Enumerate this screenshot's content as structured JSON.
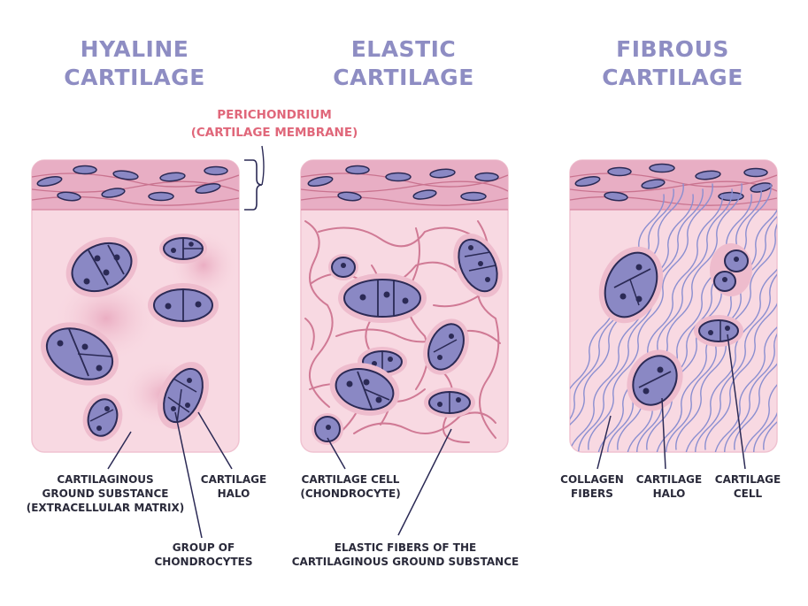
{
  "titles": {
    "hyaline": [
      "HYALINE",
      "CARTILAGE"
    ],
    "elastic": [
      "ELASTIC",
      "CARTILAGE"
    ],
    "fibrous": [
      "FIBROUS",
      "CARTILAGE"
    ]
  },
  "perichondrium": [
    "PERICHONDRIUM",
    "(CARTILAGE MEMBRANE)"
  ],
  "labels": {
    "ground_substance": [
      "CARTILAGINOUS",
      "GROUND SUBSTANCE",
      "(EXTRACELLULAR MATRIX)"
    ],
    "hyaline_halo": [
      "CARTILAGE",
      "HALO"
    ],
    "group_chondrocytes": [
      "GROUP OF",
      "CHONDROCYTES"
    ],
    "cartilage_cell_chondrocyte": [
      "CARTILAGE CELL",
      "(CHONDROCYTE)"
    ],
    "elastic_fibers": [
      "ELASTIC FIBERS OF THE",
      "CARTILAGINOUS GROUND SUBSTANCE"
    ],
    "collagen_fibers": [
      "COLLAGEN",
      "FIBERS"
    ],
    "fibrous_halo": [
      "CARTILAGE",
      "HALO"
    ],
    "fibrous_cell": [
      "CARTILAGE",
      "CELL"
    ]
  },
  "colors": {
    "title": "#8e8dc3",
    "perichondrium_label": "#e0677a",
    "membrane": "#e8aec4",
    "matrix": "#f8d9e2",
    "halo": "#eebccd",
    "cell": "#8a88c4",
    "nucleus": "#4b4a98",
    "elastic_fiber": "#d9849c",
    "collagen_fiber": "#8a8ed0"
  }
}
